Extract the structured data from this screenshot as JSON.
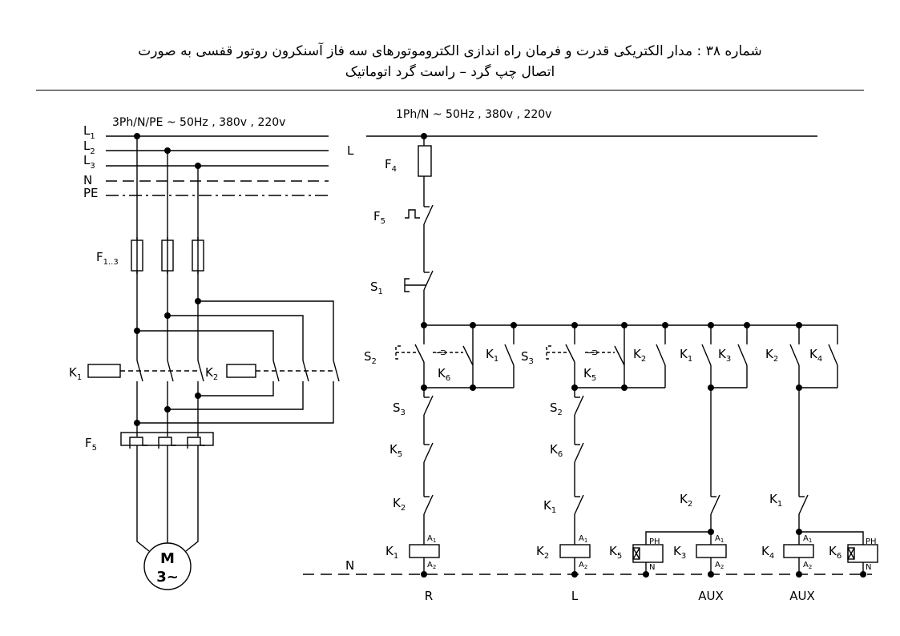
{
  "header": {
    "title_line1": "شماره ۳۸ : مدار الکتریکی قدرت و فرمان راه اندازی الکتروموتورهای سه فاز آسنکرون روتور قفسی به صورت",
    "title_line2": "اتصال چپ گرد – راست گرد اتوماتیک"
  },
  "power": {
    "supply_label": "3Ph/N/PE ~ 50Hz , 380v , 220v",
    "lines": {
      "l1": "L",
      "l1_sub": "1",
      "l2": "L",
      "l2_sub": "2",
      "l3": "L",
      "l3_sub": "3",
      "n": "N",
      "pe": "PE"
    },
    "fuses": {
      "main": "F",
      "sub": "1..3"
    },
    "contactor_k1": {
      "main": "K",
      "sub": "1"
    },
    "contactor_k2": {
      "main": "K",
      "sub": "2"
    },
    "overload": {
      "main": "F",
      "sub": "5"
    },
    "motor": {
      "line1": "M",
      "line2": "3~"
    }
  },
  "control": {
    "supply_label": "1Ph/N ~ 50Hz , 380v , 220v",
    "line_l": "L",
    "line_n": "N",
    "f4": {
      "main": "F",
      "sub": "4"
    },
    "f5": {
      "main": "F",
      "sub": "5"
    },
    "s1": {
      "main": "S",
      "sub": "1"
    },
    "s2": {
      "main": "S",
      "sub": "2"
    },
    "s3": {
      "main": "S",
      "sub": "3"
    },
    "k1": {
      "main": "K",
      "sub": "1"
    },
    "k2": {
      "main": "K",
      "sub": "2"
    },
    "k3": {
      "main": "K",
      "sub": "3"
    },
    "k4": {
      "main": "K",
      "sub": "4"
    },
    "k5": {
      "main": "K",
      "sub": "5"
    },
    "k6": {
      "main": "K",
      "sub": "6"
    },
    "a1": {
      "main": "A",
      "sub": "1"
    },
    "a2": {
      "main": "A",
      "sub": "2"
    },
    "ph": "PH",
    "n_term": "N",
    "columns": {
      "r": "R",
      "l": "L",
      "aux1": "AUX",
      "aux2": "AUX"
    }
  }
}
